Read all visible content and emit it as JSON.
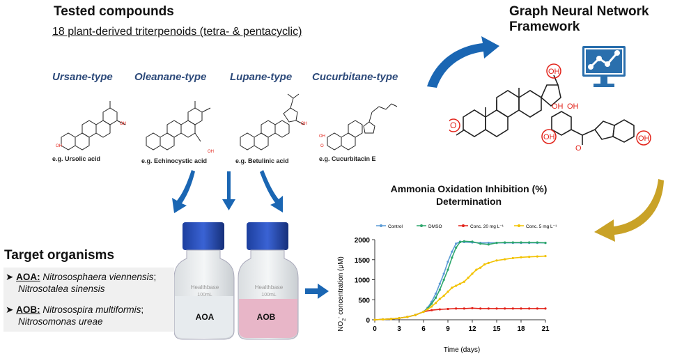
{
  "header": {
    "title": "Tested compounds",
    "subtitle": "18 plant-derived triterpenoids (tetra- & pentacyclic)"
  },
  "compound_types": [
    {
      "type": "Ursane-type",
      "example": "e.g. Ursolic acid"
    },
    {
      "type": "Oleanane-type",
      "example": "e.g. Echinocystic acid"
    },
    {
      "type": "Lupane-type",
      "example": "e.g. Betulinic acid"
    },
    {
      "type": "Cucurbitane-type",
      "example": "e.g. Cucurbitacin E"
    }
  ],
  "structure_labels": {
    "oh": "OH",
    "o": "O"
  },
  "gnn": {
    "title_line1": "Graph Neural Network",
    "title_line2": "Framework"
  },
  "targets": {
    "title": "Target organisms",
    "items": [
      {
        "key": "AOA",
        "line1": "Nitrososphaera viennensis",
        "line2": "Nitrosotalea sinensis"
      },
      {
        "key": "AOB",
        "line1": "Nitrosospira multiformis",
        "line2": "Nitrosomonas ureae"
      }
    ],
    "separator": ":",
    "line_end": ";"
  },
  "bottles": {
    "left_label": "AOA",
    "right_label": "AOB",
    "brand": "Healthbase",
    "volume": "100mL"
  },
  "colors": {
    "arrow_blue": "#1a66b3",
    "arrow_gold": "#c9a227",
    "type_label": "#2d4a7a",
    "highlight_red": "#e2231a"
  },
  "chart_data": {
    "type": "line",
    "title": "Ammonia Oxidation Inhibition (%) Determination",
    "title_line1": "Ammonia Oxidation Inhibition (%)",
    "title_line2": "Determination",
    "xlabel": "Time (days)",
    "ylabel_main": "NO",
    "ylabel_sub": "2",
    "ylabel_sup": "-",
    "ylabel_rest": " concentration (μM)",
    "xlim": [
      0,
      21
    ],
    "ylim": [
      0,
      2000
    ],
    "xticks": [
      0,
      3,
      6,
      9,
      12,
      15,
      18,
      21
    ],
    "yticks": [
      0,
      500,
      1000,
      1500,
      2000
    ],
    "legend_position": "top",
    "series": [
      {
        "name": "Control",
        "color": "#5b9bd5",
        "x": [
          0,
          1,
          2,
          3,
          4,
          5,
          6,
          6.5,
          7,
          7.5,
          8,
          8.5,
          9,
          9.5,
          10,
          10.5,
          11,
          12,
          13,
          14,
          15,
          16,
          17,
          18,
          19,
          20,
          21
        ],
        "y": [
          0,
          10,
          20,
          40,
          70,
          120,
          200,
          300,
          450,
          650,
          900,
          1150,
          1450,
          1700,
          1900,
          1950,
          1940,
          1930,
          1920,
          1920,
          1920,
          1920,
          1920,
          1920,
          1920,
          1920,
          1920
        ]
      },
      {
        "name": "DMSO",
        "color": "#2ca66b",
        "x": [
          0,
          1,
          2,
          3,
          4,
          5,
          6,
          6.5,
          7,
          7.5,
          8,
          8.5,
          9,
          9.5,
          10,
          10.5,
          11,
          12,
          13,
          14,
          15,
          16,
          17,
          18,
          19,
          20,
          21
        ],
        "y": [
          0,
          10,
          20,
          40,
          70,
          120,
          200,
          280,
          400,
          550,
          750,
          1000,
          1250,
          1550,
          1800,
          1940,
          1960,
          1950,
          1900,
          1880,
          1920,
          1930,
          1930,
          1930,
          1930,
          1930,
          1920
        ]
      },
      {
        "name": "Conc. 20 mg L⁻¹",
        "color": "#e2231a",
        "x": [
          0,
          1,
          2,
          3,
          4,
          5,
          6,
          7,
          8,
          9,
          10,
          11,
          12,
          13,
          14,
          15,
          16,
          17,
          18,
          19,
          20,
          21
        ],
        "y": [
          0,
          10,
          20,
          40,
          70,
          120,
          200,
          240,
          260,
          270,
          280,
          280,
          290,
          280,
          280,
          280,
          280,
          280,
          280,
          280,
          280,
          280
        ]
      },
      {
        "name": "Conc. 5 mg L⁻¹",
        "color": "#f2c200",
        "x": [
          0,
          1,
          2,
          3,
          4,
          5,
          6,
          6.5,
          7,
          7.5,
          8,
          8.5,
          9,
          9.5,
          10,
          10.5,
          11,
          11.5,
          12,
          12.5,
          13,
          13.5,
          14,
          15,
          16,
          17,
          18,
          19,
          20,
          21
        ],
        "y": [
          0,
          10,
          20,
          40,
          70,
          120,
          200,
          260,
          330,
          420,
          520,
          600,
          700,
          800,
          850,
          900,
          950,
          1050,
          1150,
          1250,
          1300,
          1380,
          1420,
          1480,
          1510,
          1540,
          1560,
          1570,
          1580,
          1590
        ]
      }
    ]
  }
}
